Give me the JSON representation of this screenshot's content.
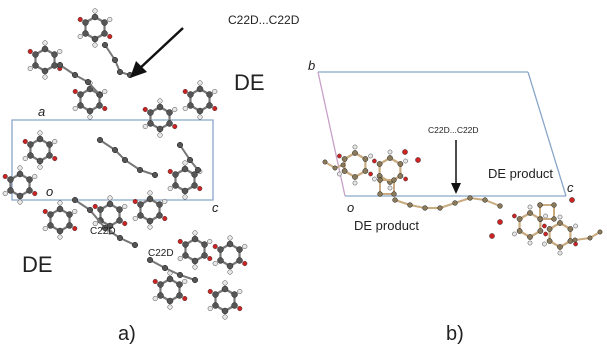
{
  "panel_a": {
    "label": "a)",
    "contact_label": "C22D...C22D",
    "molecule_label_top": "DE",
    "molecule_label_bottom": "DE",
    "contact_label_small_1": "C22D",
    "contact_label_small_2": "C22D",
    "axis_a": "a",
    "axis_o": "o",
    "axis_c": "c"
  },
  "panel_b": {
    "label": "b)",
    "contact_label": "C22D...C22D",
    "product_label_right": "DE product",
    "product_label_left": "DE product",
    "axis_b": "b",
    "axis_o": "o",
    "axis_c": "c"
  },
  "colors": {
    "cell_edge": "#8aa6c8",
    "cell_edge_b": "#c8a0c8",
    "carbon_a": "#555555",
    "carbon_b": "#8a7a5a",
    "oxygen": "#cc2222",
    "hydrogen": "#e8e8e8",
    "bond_b": "#c9ab80"
  }
}
